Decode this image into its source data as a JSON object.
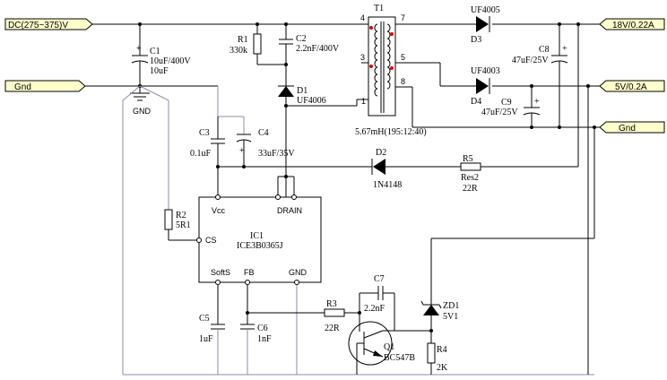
{
  "ports": {
    "dc_in": "DC(275~375)V",
    "gnd_in": "Gnd",
    "out_18v": "18V/0.22A",
    "out_5v": "5V/0.2A",
    "gnd_out": "Gnd"
  },
  "ground_label": "GND",
  "c1": {
    "ref": "C1",
    "value": "10uF/400V",
    "value2": "10uF"
  },
  "r1": {
    "ref": "R1",
    "value": "330k"
  },
  "c2": {
    "ref": "C2",
    "value": "2.2nF/400V"
  },
  "d1": {
    "ref": "D1",
    "value": "UF4006"
  },
  "t1": {
    "ref": "T1",
    "spec": "5.67mH(195:12:40)",
    "pins": [
      "4",
      "3",
      "1",
      "7",
      "5",
      "8"
    ]
  },
  "d3": {
    "ref": "D3",
    "value": "UF4005"
  },
  "d4": {
    "ref": "D4",
    "value": "UF4003"
  },
  "c8": {
    "ref": "C8",
    "value": "47uF/25V"
  },
  "c9": {
    "ref": "C9",
    "value": "47uF/25V"
  },
  "c3": {
    "ref": "C3",
    "value": "0.1uF"
  },
  "c4": {
    "ref": "C4",
    "value": "33uF/35V"
  },
  "d2": {
    "ref": "D2",
    "value": "1N4148"
  },
  "r5": {
    "ref": "R5",
    "value": "Res2",
    "value2": "22R"
  },
  "r2": {
    "ref": "R2",
    "value": "5R1"
  },
  "ic1": {
    "ref": "IC1",
    "part": "ICE3B0365J",
    "pins": {
      "vcc": "Vcc",
      "drain": "DRAIN",
      "cs": "CS",
      "softs": "SoftS",
      "fb": "FB",
      "gnd": "GND"
    }
  },
  "c5": {
    "ref": "C5",
    "value": "1uF"
  },
  "c6": {
    "ref": "C6",
    "value": "1nF"
  },
  "r3": {
    "ref": "R3",
    "value": "22R"
  },
  "c7": {
    "ref": "C7",
    "value": "2.2nF"
  },
  "q1": {
    "ref": "Q1",
    "value": "BC547B"
  },
  "zd1": {
    "ref": "ZD1",
    "value": "5V1"
  },
  "r4": {
    "ref": "R4",
    "value": "2K"
  },
  "plus_sign": "+"
}
